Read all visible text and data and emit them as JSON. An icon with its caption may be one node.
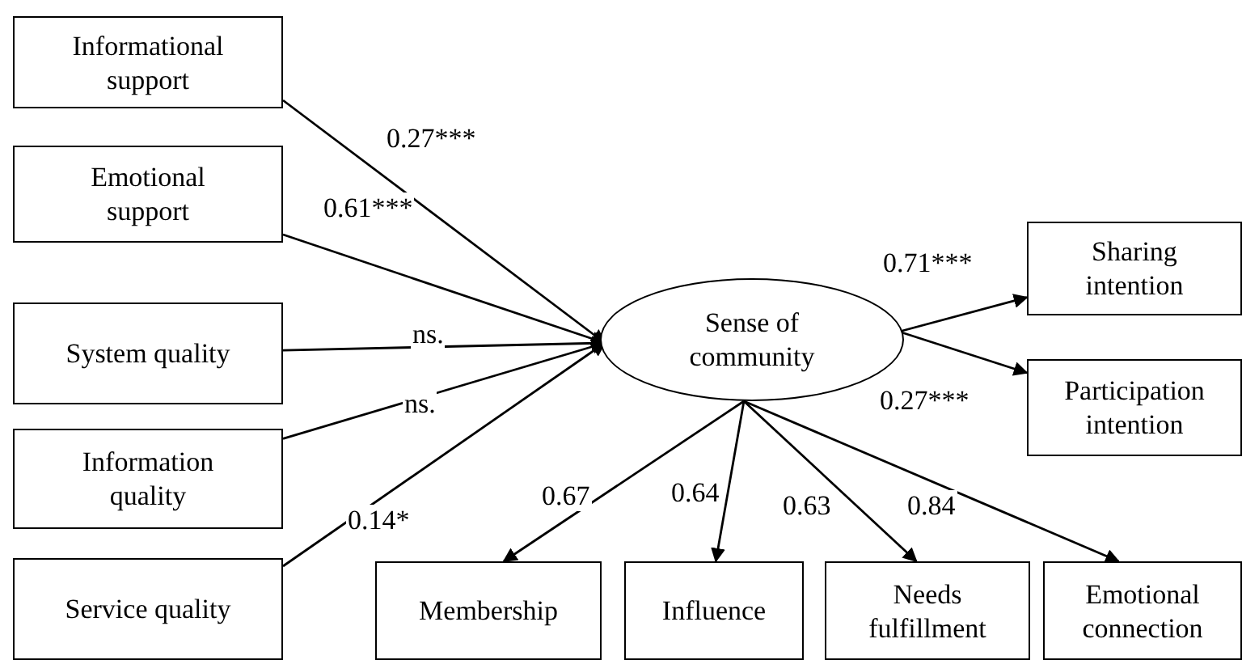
{
  "diagram": {
    "nodes": [
      {
        "text": [
          "Informational support"
        ]
      },
      {
        "text": [
          "Emotional support"
        ]
      },
      {
        "text": [
          "System quality"
        ]
      },
      {
        "text": [
          "Information quality"
        ]
      },
      {
        "text": [
          "Service quality"
        ]
      },
      {
        "text": [
          "Sense of community"
        ]
      },
      {
        "text": [
          "Sharing intention"
        ]
      },
      {
        "text": [
          "Participation intention"
        ]
      },
      {
        "text": [
          "Membership"
        ]
      },
      {
        "text": [
          "Influence"
        ]
      },
      {
        "text": [
          "Needs fulfillment"
        ]
      },
      {
        "text": [
          "Emotional connection"
        ]
      }
    ],
    "edges": [
      {
        "from": 0,
        "to": 5,
        "arrow": "to",
        "label": "0.27***"
      },
      {
        "from": 1,
        "to": 5,
        "arrow": "to",
        "label": "0.61***"
      },
      {
        "from": 2,
        "to": 5,
        "arrow": "to",
        "label": "ns."
      },
      {
        "from": 3,
        "to": 5,
        "arrow": "to",
        "label": "ns."
      },
      {
        "from": 4,
        "to": 5,
        "arrow": "to",
        "label": "0.14*"
      },
      {
        "from": 5,
        "to": 6,
        "arrow": "to",
        "label": "0.71***"
      },
      {
        "from": 5,
        "to": 7,
        "arrow": "to",
        "label": "0.27***"
      },
      {
        "from": 5,
        "to": 8,
        "arrow": "to",
        "label": "0.67"
      },
      {
        "from": 5,
        "to": 9,
        "arrow": "to",
        "label": "0.64"
      },
      {
        "from": 5,
        "to": 10,
        "arrow": "to",
        "label": "0.63"
      },
      {
        "from": 5,
        "to": 11,
        "arrow": "to",
        "label": "0.84"
      }
    ]
  }
}
